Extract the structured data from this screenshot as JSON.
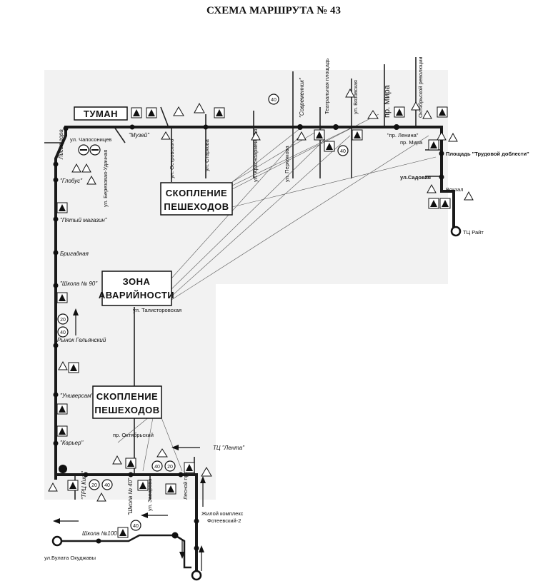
{
  "title": "СХЕМА  МАРШРУТА № 43",
  "boxes": {
    "fog": "ТУМАН",
    "crowd_top_1": "СКОПЛЕНИЕ",
    "crowd_top_2": "ПЕШЕХОДОВ",
    "accident_1": "ЗОНА",
    "accident_2": "АВАРИЙНОСТИ",
    "crowd_bottom_1": "СКОПЛЕНИЕ",
    "crowd_bottom_2": "ПЕШЕХОДОВ"
  },
  "stops": {
    "lysya_gora": "Лисья гора",
    "globus": "\"Глобус\"",
    "pyatyi": "\"Пятый магазин\"",
    "brigadnaya": "Бригадная",
    "school90": "\"Школа № 90\"",
    "rynok": "Рынок Гельянский",
    "univerrom": "\"Универсам\"",
    "karer": "\"Карьер\"",
    "muzei": "\"Музей\"",
    "sovremennik": "\"Современник\"",
    "pr_lenina": "\"пр. Ленина\"",
    "pr_mira_stop": "пр. Мира",
    "ploshchad": "Площадь \"Трудовой доблести\"",
    "ul_sadovaya": "ул.Садовая",
    "vokzal": "Вокзал",
    "tc_rait": "ТЦ Райт",
    "trc_kit": "\"ТРЦ Кит\"",
    "school40": "\"Школа № 40\"",
    "tc_lenta": "ТЦ \"Лента\"",
    "zhiloi_1": "Жилой комплекс",
    "zhiloi_2": "Фотеевский-2",
    "school100": "Школа №100"
  },
  "streets": {
    "chapaev": "ул. Чапосоницев",
    "berezovaya": "ул. Березовая-Удачная",
    "ostrovskogo": "ул. Островского",
    "starkova": "ул. Старкова",
    "krasnoarm": "ул. Красноармейская",
    "permyakova": "ул. Пермякова",
    "teatralnaya": "Театральная площадь",
    "vyazovskaya": "ул. Вязовская",
    "pr_mira": "пр. Мира",
    "oktyabrskoi": "Октябрьской революции",
    "taligortsevskaya": "ул. Талисторовская",
    "pr_oktyabrsky": "пр. Октябрьский",
    "zavarova": "ул. Заварова",
    "lesnoi": "Лесной проезд",
    "bulata": "ул.Булата Окуджавы"
  },
  "signs": {
    "speed20": "20",
    "speed40": "40"
  }
}
